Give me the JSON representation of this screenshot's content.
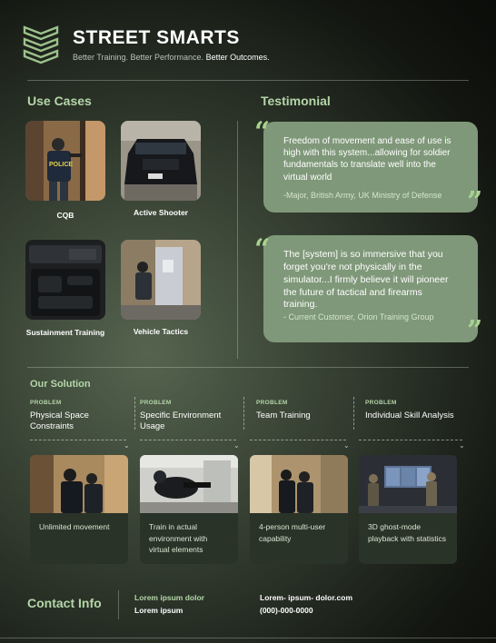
{
  "header": {
    "logo_icon": "chevron-stack-logo-icon",
    "title": "STREET SMARTS",
    "tagline_a": "Better Training. Better Performance. ",
    "tagline_b": "Better Outcomes."
  },
  "use_cases": {
    "heading": "Use Cases",
    "items": [
      {
        "label": "CQB"
      },
      {
        "label": "Active Shooter"
      },
      {
        "label": "Sustainment Training"
      },
      {
        "label": "Vehicle Tactics"
      }
    ]
  },
  "testimonial": {
    "heading": "Testimonial",
    "quotes": [
      {
        "text": "Freedom of movement and ease of use is high with this system...allowing for soldier fundamentals to translate well into the virtual world",
        "author": "-Major, British Army, UK Ministry of Defense"
      },
      {
        "text": "The [system] is so immersive that you forget you're not physically in the simulator...I firmly believe it will pioneer the future of tactical and firearms training.",
        "author": "- Current Customer, Orion Training Group"
      }
    ]
  },
  "solution": {
    "heading": "Our Solution",
    "problem_tag": "PROBLEM",
    "columns": [
      {
        "problem": "Physical Space Constraints",
        "solution": "Unlimited movement"
      },
      {
        "problem": "Specific Environment Usage",
        "solution": "Train in actual environment with virtual elements"
      },
      {
        "problem": "Team Training",
        "solution": "4-person multi-user capability"
      },
      {
        "problem": "Individual Skill Analysis",
        "solution": "3D ghost-mode playback with statistics"
      }
    ]
  },
  "contact": {
    "heading": "Contact Info",
    "line1": "Lorem ipsum dolor",
    "line2": "Lorem ipsum",
    "line3": "Lorem- ipsum- dolor.com",
    "line4": "(000)-000-0000"
  },
  "colors": {
    "accent": "#b4d6a8",
    "card": "#7f9879",
    "background_dark": "#0a0c09"
  }
}
